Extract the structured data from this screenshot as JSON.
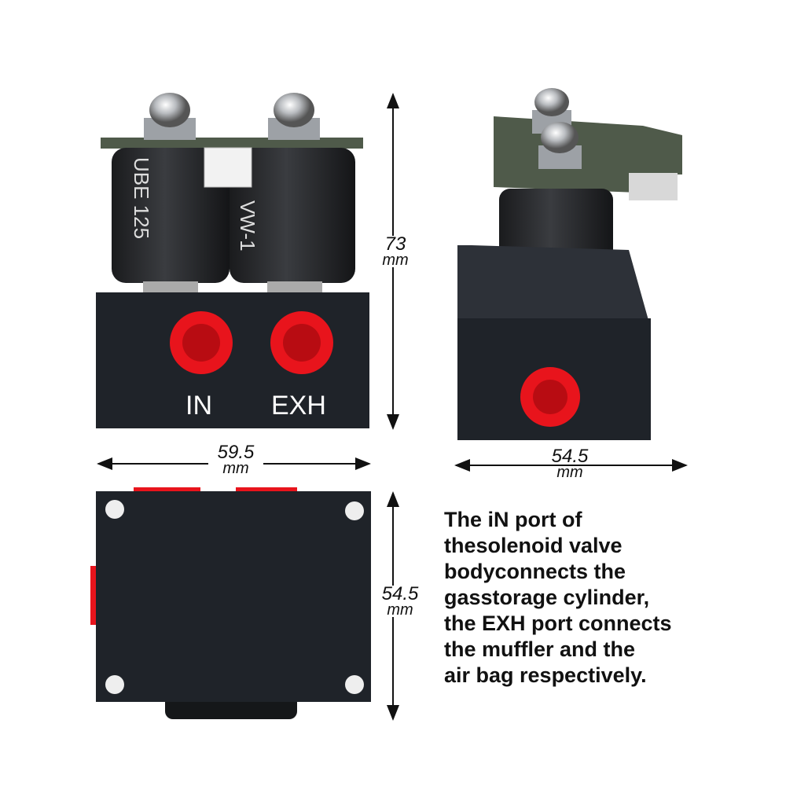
{
  "front_view": {
    "port_labels": [
      "IN",
      "EXH"
    ],
    "coil_text": [
      "UBE 125",
      "VW-1"
    ]
  },
  "dimensions": {
    "height": {
      "value": "73",
      "unit": "mm"
    },
    "width": {
      "value": "59.5",
      "unit": "mm"
    },
    "side_width": {
      "value": "54.5",
      "unit": "mm"
    },
    "bottom_depth": {
      "value": "54.5",
      "unit": "mm"
    }
  },
  "description": {
    "lines": [
      "The iN port of",
      "thesolenoid valve",
      "bodyconnects the",
      "gasstorage cylinder,",
      "the EXH port connects",
      "the muffler and the",
      "air bag respectively."
    ]
  },
  "colors": {
    "body": "#1f2329",
    "port": "#e8141c",
    "coil": "#26282b",
    "pcb": "#4f5a4a"
  }
}
